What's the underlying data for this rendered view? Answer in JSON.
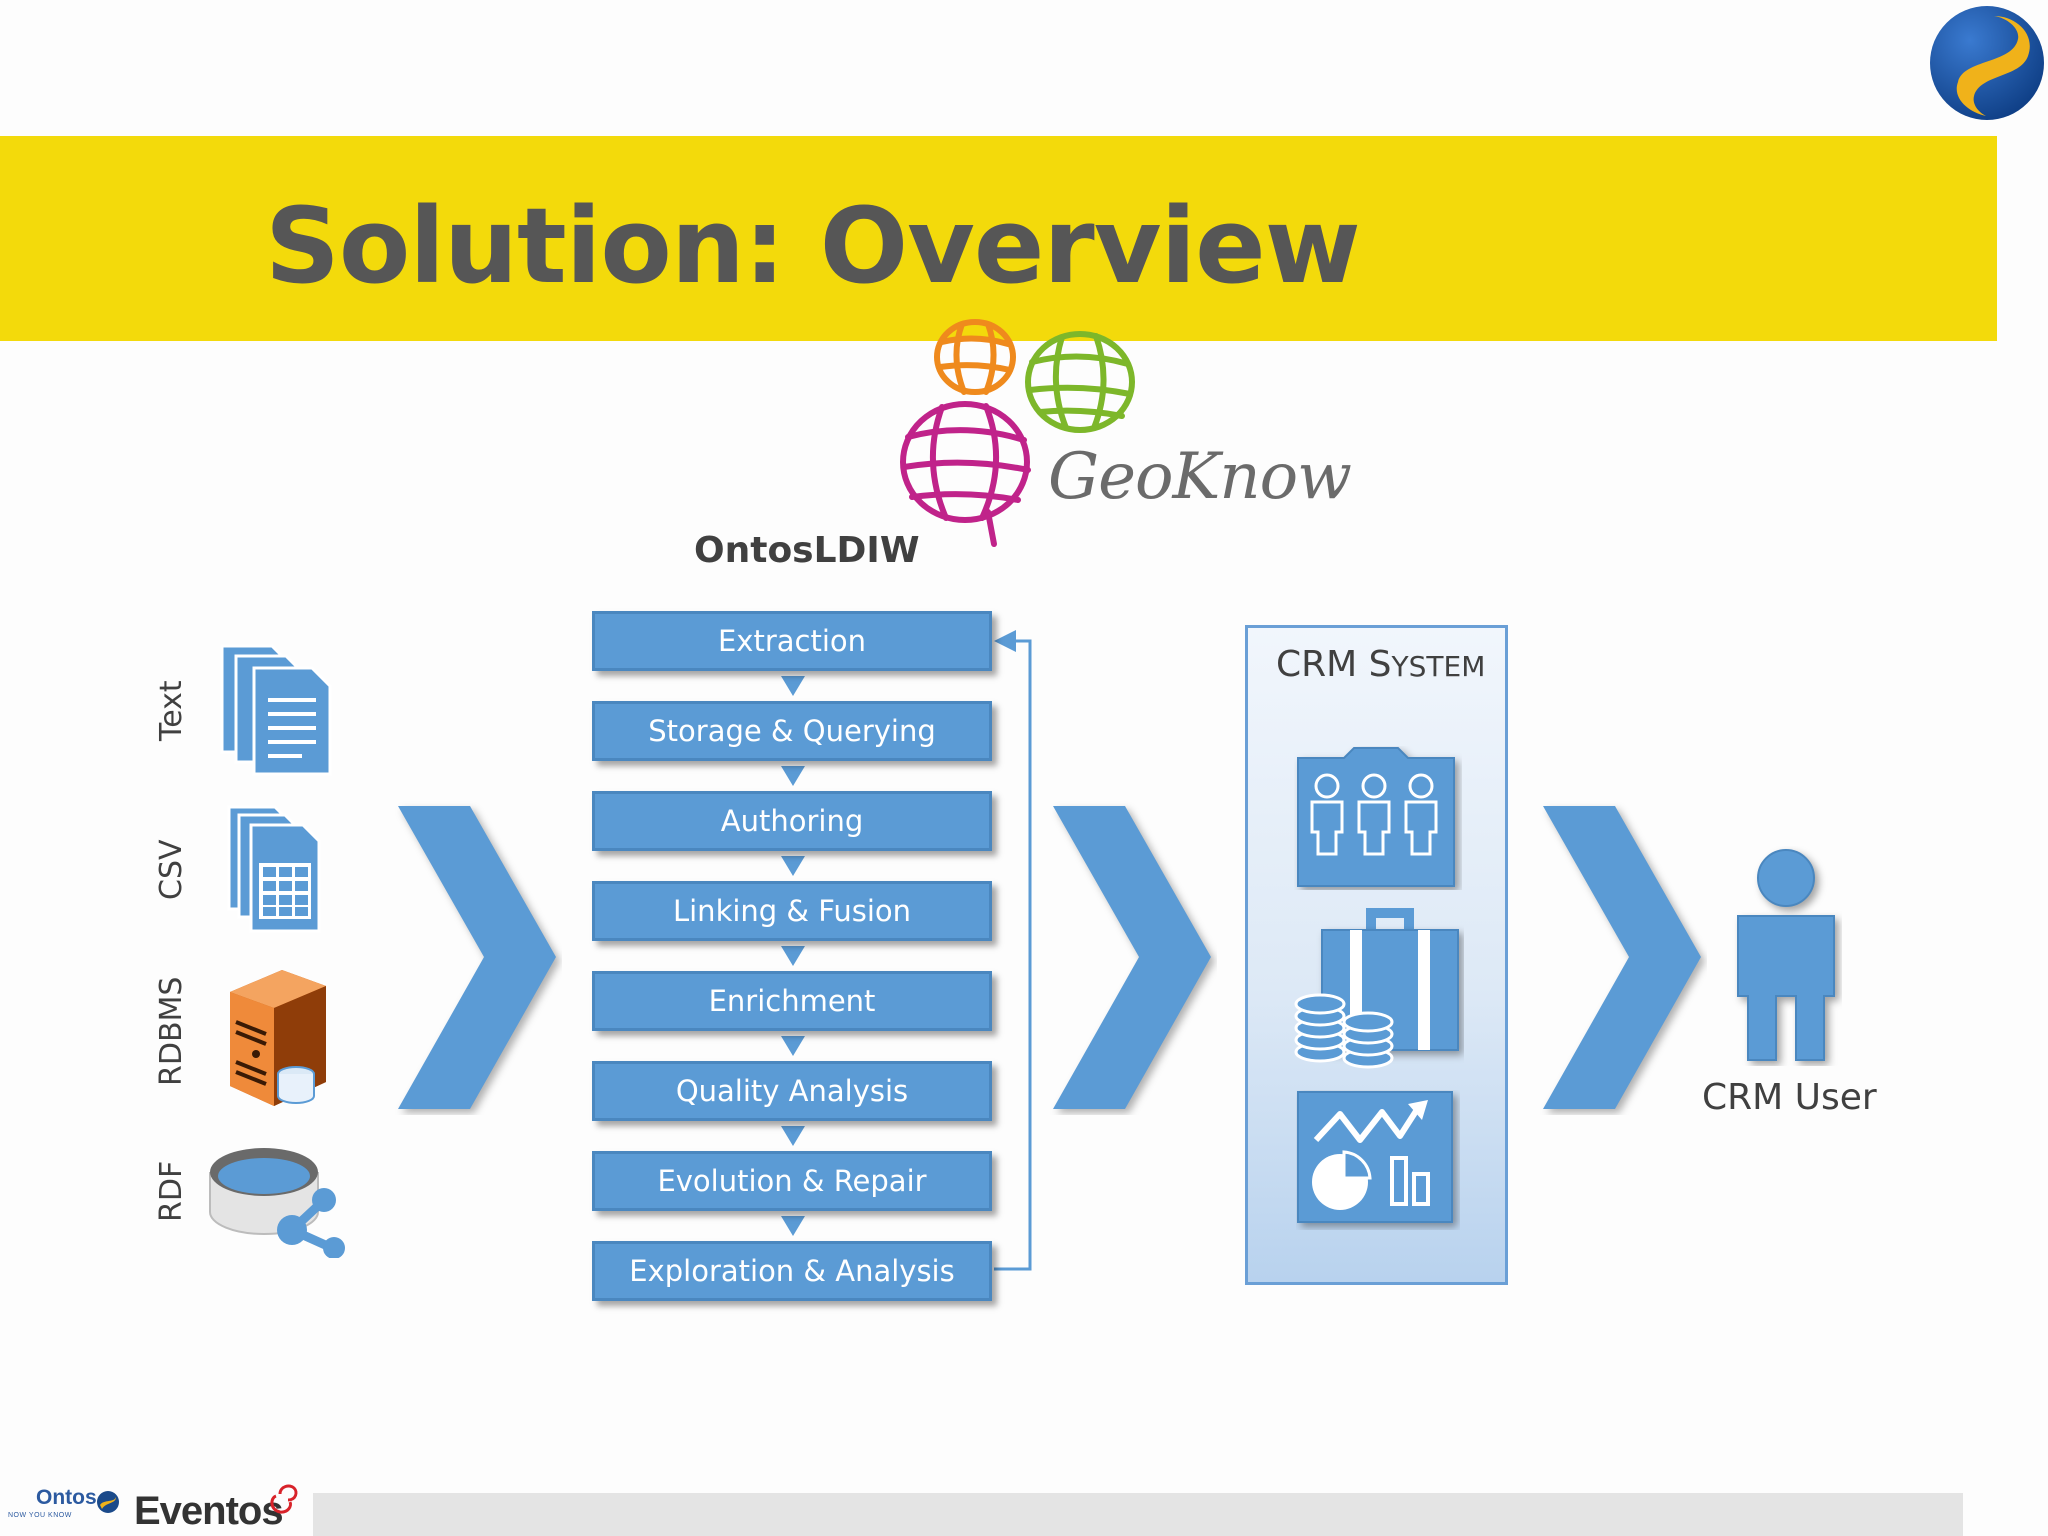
{
  "slide": {
    "title": "Solution: Overview"
  },
  "sources": {
    "items": [
      {
        "label": "Text",
        "icon": "document-stack-icon"
      },
      {
        "label": "CSV",
        "icon": "spreadsheet-stack-icon"
      },
      {
        "label": "RDBMS",
        "icon": "database-server-icon"
      },
      {
        "label": "RDF",
        "icon": "rdf-store-icon"
      }
    ]
  },
  "pipeline": {
    "title": "OntosLDIW",
    "steps": [
      "Extraction",
      "Storage & Querying",
      "Authoring",
      "Linking & Fusion",
      "Enrichment",
      "Quality Analysis",
      "Evolution & Repair",
      "Exploration & Analysis"
    ]
  },
  "geoknow": {
    "text": "GeoKnow"
  },
  "crm": {
    "title_first": "CRM S",
    "title_smallcaps": "YSTEM",
    "icons": [
      "contacts-folder-icon",
      "briefcase-coins-icon",
      "analytics-chart-icon"
    ]
  },
  "user": {
    "label": "CRM User"
  },
  "footer": {
    "ontos": "Ontos",
    "ontos_tagline": "NOW YOU KNOW",
    "eventos": "Eventos"
  },
  "colors": {
    "band": "#f3da0b",
    "title": "#565656",
    "step": "#5b9bd5",
    "chevron": "#5b9bd5",
    "text": "#404040"
  }
}
